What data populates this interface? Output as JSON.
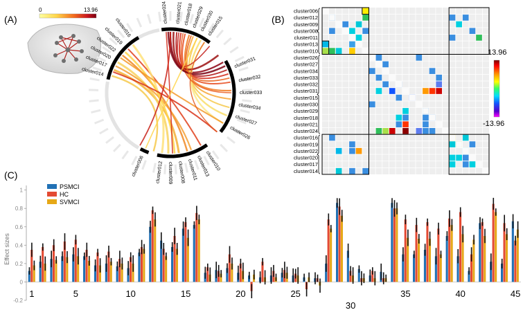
{
  "panelA": {
    "label": "(A)",
    "colorbar": {
      "min_label": "0",
      "max_label": "13.96"
    },
    "clusters": [
      {
        "label": "cluster024",
        "deg": -4
      },
      {
        "label": "cluster021",
        "deg": 6
      },
      {
        "label": "cluster018",
        "deg": 13
      },
      {
        "label": "cluster029",
        "deg": 20
      },
      {
        "label": "cluster030",
        "deg": 27
      },
      {
        "label": "cluster015",
        "deg": 34
      },
      {
        "label": "cluster031",
        "deg": 68
      },
      {
        "label": "cluster032",
        "deg": 80
      },
      {
        "label": "cluster033",
        "deg": 90
      },
      {
        "label": "cluster034",
        "deg": 100
      },
      {
        "label": "cluster027",
        "deg": 110
      },
      {
        "label": "cluster026",
        "deg": 120
      },
      {
        "label": "cluster010",
        "deg": 148
      },
      {
        "label": "cluster013",
        "deg": 156
      },
      {
        "label": "cluster011",
        "deg": 164
      },
      {
        "label": "cluster008",
        "deg": 172
      },
      {
        "label": "cluster009",
        "deg": 180
      },
      {
        "label": "cluster012",
        "deg": 188
      },
      {
        "label": "cluster006",
        "deg": 204
      },
      {
        "label": "cluster014",
        "deg": 285
      },
      {
        "label": "cluster017",
        "deg": 293
      },
      {
        "label": "cluster020",
        "deg": 300
      },
      {
        "label": "cluster022",
        "deg": 307
      },
      {
        "label": "cluster019",
        "deg": 315
      },
      {
        "label": "cluster016",
        "deg": 324
      }
    ]
  },
  "panelB": {
    "label": "(B)",
    "rows": [
      "cluster006",
      "cluster012",
      "cluster009",
      "cluster008",
      "cluster011",
      "cluster013",
      "cluster010",
      "cluster026",
      "cluster027",
      "cluster034",
      "cluster033",
      "cluster032",
      "cluster031",
      "cluster015",
      "cluster030",
      "cluster029",
      "cluster018",
      "cluster021",
      "cluster024",
      "cluster016",
      "cluster019",
      "cluster022",
      "cluster020",
      "cluster017",
      "cluster014"
    ],
    "colorbar": {
      "max_label": "13.96",
      "min_label": "-13.96"
    }
  },
  "panelC": {
    "label": "(C)",
    "ylabel": "Effect sizes",
    "yticks": [
      "-0.2",
      "0",
      "0.2",
      "0.4",
      "0.6",
      "0.8",
      "1"
    ],
    "xticks": [
      {
        "label": "1",
        "v": 1,
        "row": 0
      },
      {
        "label": "5",
        "v": 5,
        "row": 0
      },
      {
        "label": "10",
        "v": 10,
        "row": 0
      },
      {
        "label": "15",
        "v": 15,
        "row": 0
      },
      {
        "label": "20",
        "v": 20,
        "row": 0
      },
      {
        "label": "25",
        "v": 25,
        "row": 0
      },
      {
        "label": "30",
        "v": 30,
        "row": 1
      },
      {
        "label": "35",
        "v": 35,
        "row": 0
      },
      {
        "label": "40",
        "v": 40,
        "row": 0
      },
      {
        "label": "45",
        "v": 45,
        "row": 0
      }
    ]
  },
  "chart_data": {
    "type": "bar",
    "ylabel": "Effect sizes",
    "ylim": [
      -0.2,
      1.05
    ],
    "x": [
      1,
      2,
      3,
      4,
      5,
      6,
      7,
      8,
      9,
      10,
      11,
      12,
      13,
      14,
      15,
      16,
      17,
      18,
      19,
      20,
      21,
      22,
      23,
      24,
      25,
      26,
      27,
      28,
      29,
      30,
      31,
      32,
      33,
      34,
      35,
      36,
      37,
      38,
      39,
      40,
      41,
      42,
      43,
      44,
      45
    ],
    "legend_position": "top-left",
    "series": [
      {
        "name": "PSMCI",
        "color": "#2171b5",
        "values": [
          0.12,
          0.22,
          0.25,
          0.28,
          0.3,
          0.28,
          0.18,
          0.2,
          0.17,
          0.15,
          0.32,
          0.6,
          0.45,
          0.38,
          0.58,
          0.62,
          0.1,
          0.13,
          0.15,
          0.1,
          0.07,
          0.05,
          0.07,
          0.1,
          0.07,
          0.05,
          0.04,
          0.2,
          0.86,
          0.34,
          0.14,
          0.07,
          0.11,
          0.86,
          0.3,
          0.3,
          0.35,
          0.28,
          0.5,
          0.28,
          0.12,
          0.64,
          0.22,
          0.2,
          0.66
        ]
      },
      {
        "name": "HC",
        "color": "#e34a33",
        "values": [
          0.35,
          0.38,
          0.4,
          0.44,
          0.46,
          0.35,
          0.32,
          0.33,
          0.25,
          0.27,
          0.38,
          0.78,
          0.36,
          0.5,
          0.65,
          0.75,
          0.16,
          0.12,
          0.3,
          0.2,
          -0.1,
          0.22,
          0.12,
          0.13,
          0.09,
          -0.08,
          0.04,
          0.68,
          0.82,
          0.12,
          0.04,
          0.12,
          0.04,
          0.8,
          0.68,
          0.62,
          0.65,
          0.58,
          0.69,
          0.76,
          0.3,
          0.65,
          0.85,
          0.64,
          0.45
        ]
      },
      {
        "name": "SVMCI",
        "color": "#e6a817",
        "values": [
          0.18,
          0.2,
          0.24,
          0.27,
          0.28,
          0.23,
          0.18,
          0.22,
          0.2,
          0.2,
          0.36,
          0.68,
          0.28,
          0.36,
          0.48,
          0.68,
          0.08,
          0.09,
          0.2,
          0.12,
          0.08,
          0.05,
          0.05,
          0.1,
          0.07,
          0.05,
          -0.04,
          0.58,
          0.72,
          0.07,
          0.04,
          0.04,
          0.04,
          0.8,
          0.48,
          0.47,
          0.47,
          0.3,
          0.62,
          0.52,
          0.46,
          0.5,
          0.76,
          0.52,
          0.57
        ]
      }
    ]
  }
}
